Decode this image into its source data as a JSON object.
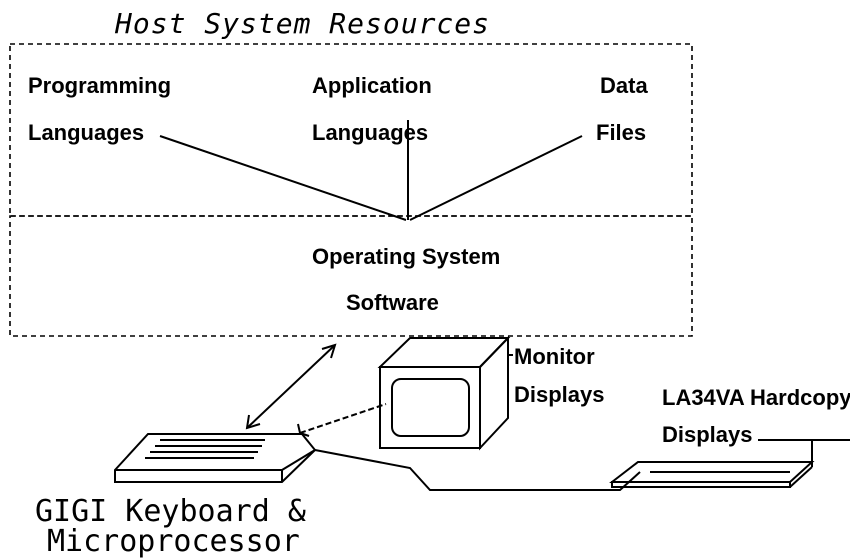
{
  "title": "Host System Resources",
  "resources": {
    "programming": [
      "Programming",
      "Languages"
    ],
    "application": [
      "Application",
      "Languages"
    ],
    "data_files": [
      "Data",
      "Files"
    ]
  },
  "operating_system": [
    "Operating System",
    "Software"
  ],
  "monitor": [
    "Monitor",
    "Displays"
  ],
  "hardcopy": [
    "LA34VA Hardcopy",
    "Displays"
  ],
  "keyboard": [
    "GIGI Keyboard &",
    "Microprocessor"
  ]
}
